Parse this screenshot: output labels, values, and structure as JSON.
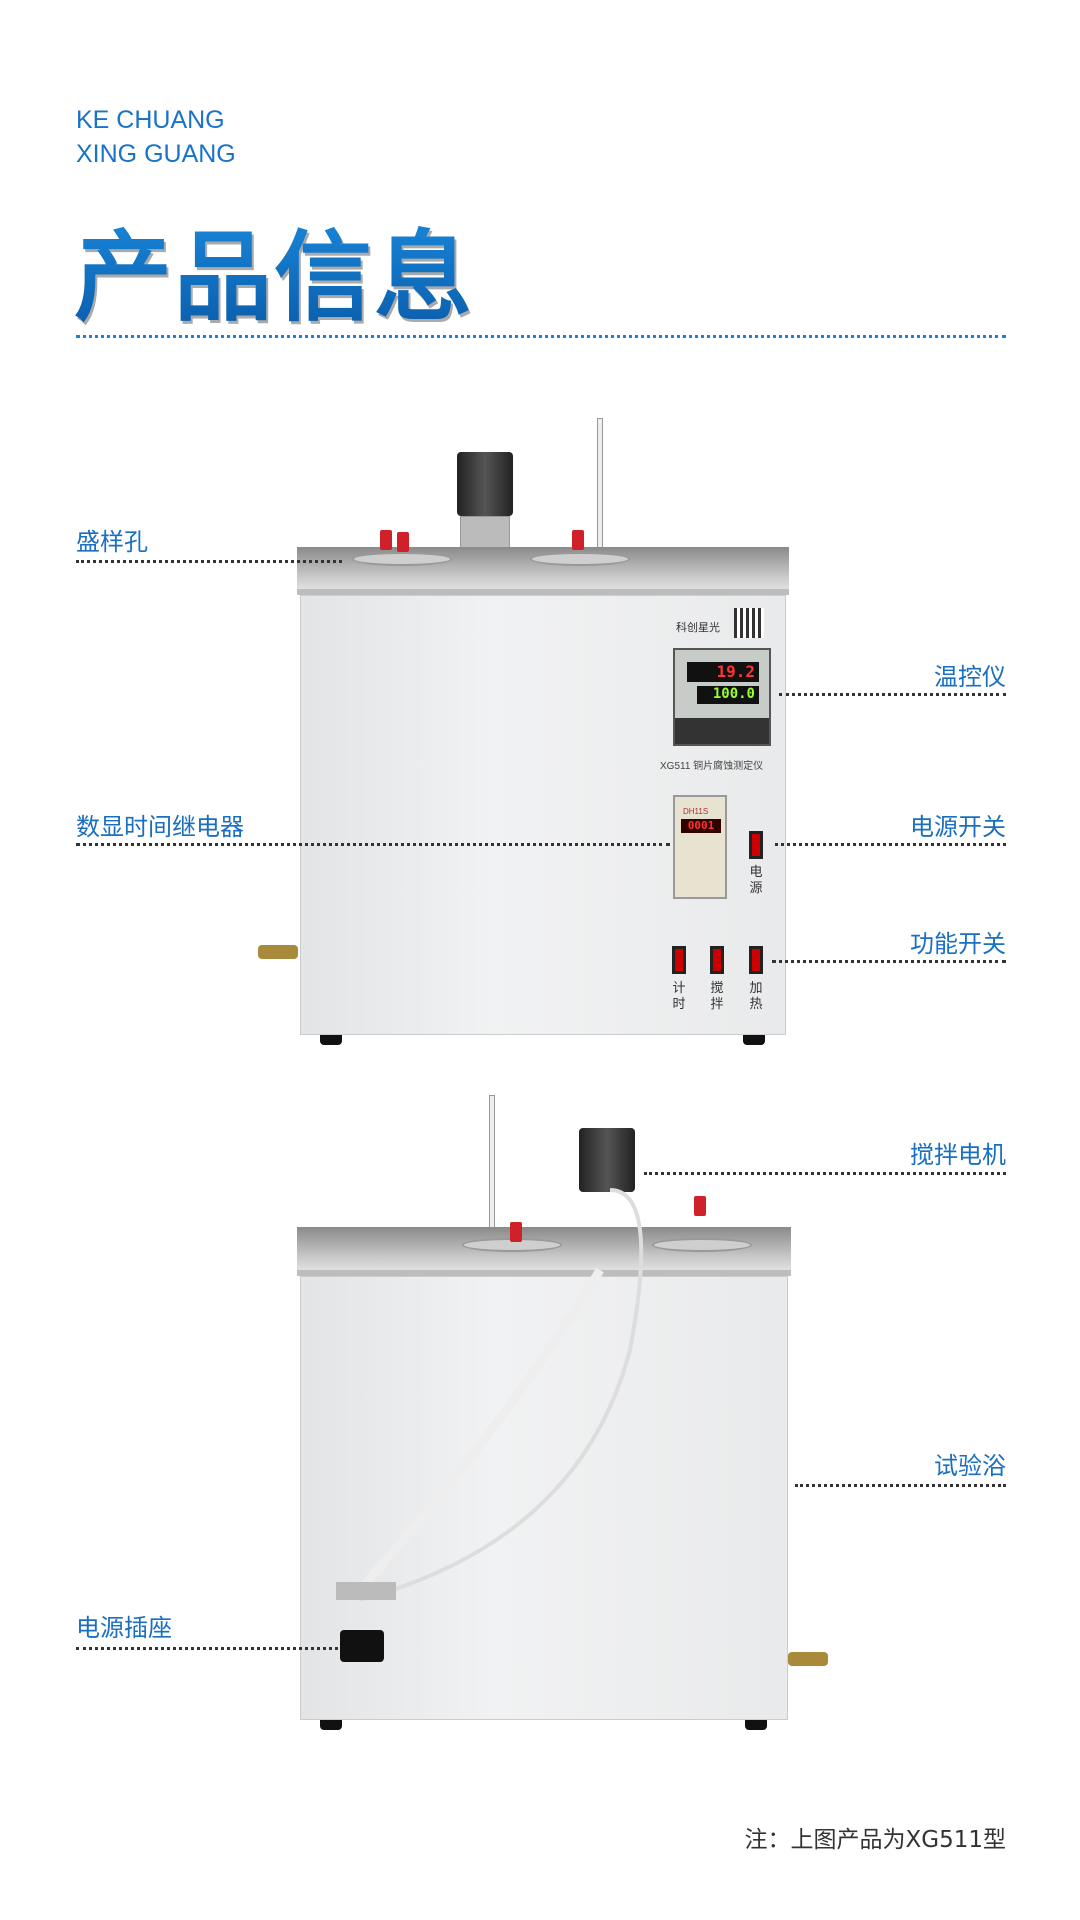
{
  "header": {
    "brand_line1": "KE CHUANG",
    "brand_line2": "XING GUANG",
    "title": "产品信息"
  },
  "labels": {
    "sample_hole": "盛样孔",
    "temp_controller": "温控仪",
    "digital_timer_relay": "数显时间继电器",
    "power_switch": "电源开关",
    "function_switch": "功能开关",
    "stir_motor": "搅拌电机",
    "test_bath": "试验浴",
    "power_socket": "电源插座"
  },
  "device": {
    "model_label": "XG511 铜片腐蚀测定仪",
    "pv": "19.2",
    "sv": "100.0",
    "timer_display": "0001",
    "timer_brand": "DH11S",
    "switch_power": "电源",
    "switch_timing": "计时",
    "switch_stir": "搅拌",
    "switch_heat": "加热",
    "logo_text": "科创星光"
  },
  "note": "注：上图产品为XG511型",
  "colors": {
    "accent": "#1a6fc0"
  }
}
